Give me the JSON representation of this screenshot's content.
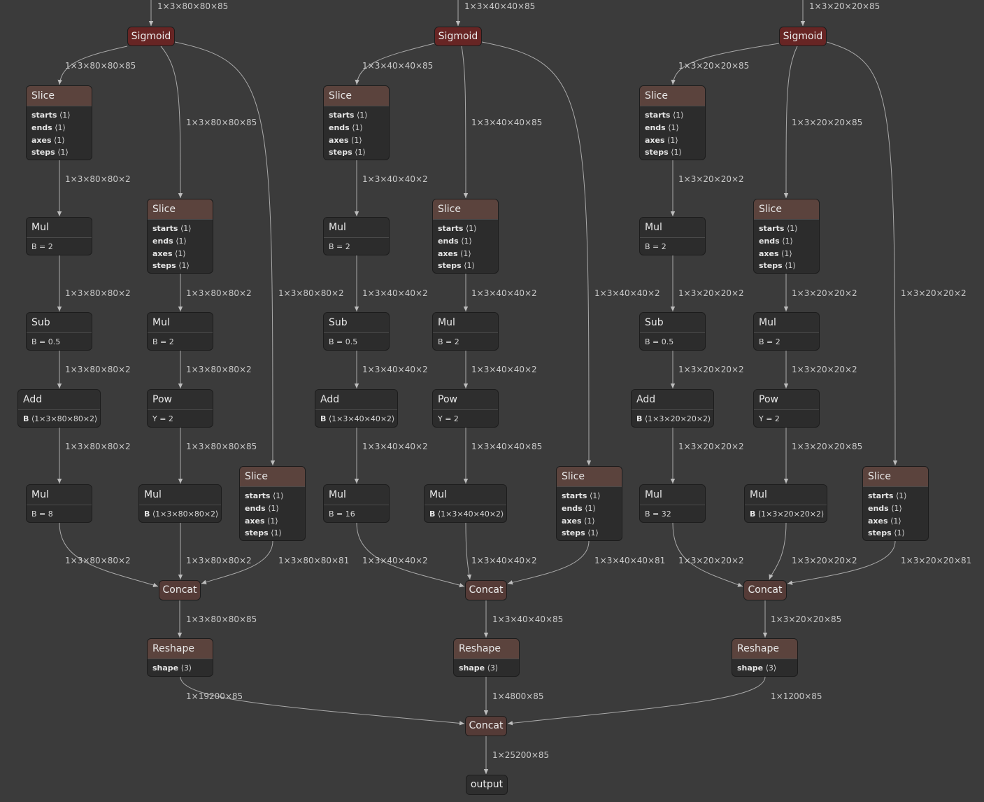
{
  "nodes": [
    {
      "id": "sig1",
      "kind": "pill",
      "style": "sig",
      "label": "Sigmoid"
    },
    {
      "id": "sig2",
      "kind": "pill",
      "style": "sig",
      "label": "Sigmoid"
    },
    {
      "id": "sig3",
      "kind": "pill",
      "style": "sig",
      "label": "Sigmoid"
    },
    {
      "id": "s1a",
      "kind": "box",
      "style": "slice",
      "title": "Slice",
      "attrs": [
        {
          "k": "starts",
          "v": "⟨1⟩"
        },
        {
          "k": "ends",
          "v": "⟨1⟩"
        },
        {
          "k": "axes",
          "v": "⟨1⟩"
        },
        {
          "k": "steps",
          "v": "⟨1⟩"
        }
      ]
    },
    {
      "id": "s1b",
      "kind": "box",
      "style": "slice",
      "title": "Slice",
      "attrs": [
        {
          "k": "starts",
          "v": "⟨1⟩"
        },
        {
          "k": "ends",
          "v": "⟨1⟩"
        },
        {
          "k": "axes",
          "v": "⟨1⟩"
        },
        {
          "k": "steps",
          "v": "⟨1⟩"
        }
      ]
    },
    {
      "id": "s1c",
      "kind": "box",
      "style": "slice",
      "title": "Slice",
      "attrs": [
        {
          "k": "starts",
          "v": "⟨1⟩"
        },
        {
          "k": "ends",
          "v": "⟨1⟩"
        },
        {
          "k": "axes",
          "v": "⟨1⟩"
        },
        {
          "k": "steps",
          "v": "⟨1⟩"
        }
      ]
    },
    {
      "id": "m1a",
      "kind": "box",
      "style": "op",
      "title": "Mul",
      "attrs": [
        {
          "k": "",
          "v": "B = 2"
        }
      ]
    },
    {
      "id": "sub1",
      "kind": "box",
      "style": "op",
      "title": "Sub",
      "attrs": [
        {
          "k": "",
          "v": "B = 0.5"
        }
      ]
    },
    {
      "id": "add1",
      "kind": "box",
      "style": "op",
      "title": "Add",
      "attrs": [
        {
          "k": "B",
          "v": "⟨1×3×80×80×2⟩"
        }
      ]
    },
    {
      "id": "m1c",
      "kind": "box",
      "style": "op",
      "title": "Mul",
      "attrs": [
        {
          "k": "",
          "v": "B = 8"
        }
      ]
    },
    {
      "id": "m1b",
      "kind": "box",
      "style": "op",
      "title": "Mul",
      "attrs": [
        {
          "k": "",
          "v": "B = 2"
        }
      ]
    },
    {
      "id": "pow1",
      "kind": "box",
      "style": "op",
      "title": "Pow",
      "attrs": [
        {
          "k": "",
          "v": "Y = 2"
        }
      ]
    },
    {
      "id": "m1d",
      "kind": "box",
      "style": "op",
      "title": "Mul",
      "attrs": [
        {
          "k": "B",
          "v": "⟨1×3×80×80×2⟩"
        }
      ]
    },
    {
      "id": "s2a",
      "kind": "box",
      "style": "slice",
      "title": "Slice",
      "attrs": [
        {
          "k": "starts",
          "v": "⟨1⟩"
        },
        {
          "k": "ends",
          "v": "⟨1⟩"
        },
        {
          "k": "axes",
          "v": "⟨1⟩"
        },
        {
          "k": "steps",
          "v": "⟨1⟩"
        }
      ]
    },
    {
      "id": "s2b",
      "kind": "box",
      "style": "slice",
      "title": "Slice",
      "attrs": [
        {
          "k": "starts",
          "v": "⟨1⟩"
        },
        {
          "k": "ends",
          "v": "⟨1⟩"
        },
        {
          "k": "axes",
          "v": "⟨1⟩"
        },
        {
          "k": "steps",
          "v": "⟨1⟩"
        }
      ]
    },
    {
      "id": "s2c",
      "kind": "box",
      "style": "slice",
      "title": "Slice",
      "attrs": [
        {
          "k": "starts",
          "v": "⟨1⟩"
        },
        {
          "k": "ends",
          "v": "⟨1⟩"
        },
        {
          "k": "axes",
          "v": "⟨1⟩"
        },
        {
          "k": "steps",
          "v": "⟨1⟩"
        }
      ]
    },
    {
      "id": "m2a",
      "kind": "box",
      "style": "op",
      "title": "Mul",
      "attrs": [
        {
          "k": "",
          "v": "B = 2"
        }
      ]
    },
    {
      "id": "sub2",
      "kind": "box",
      "style": "op",
      "title": "Sub",
      "attrs": [
        {
          "k": "",
          "v": "B = 0.5"
        }
      ]
    },
    {
      "id": "add2",
      "kind": "box",
      "style": "op",
      "title": "Add",
      "attrs": [
        {
          "k": "B",
          "v": "⟨1×3×40×40×2⟩"
        }
      ]
    },
    {
      "id": "m2c",
      "kind": "box",
      "style": "op",
      "title": "Mul",
      "attrs": [
        {
          "k": "",
          "v": "B = 16"
        }
      ]
    },
    {
      "id": "m2b",
      "kind": "box",
      "style": "op",
      "title": "Mul",
      "attrs": [
        {
          "k": "",
          "v": "B = 2"
        }
      ]
    },
    {
      "id": "pow2",
      "kind": "box",
      "style": "op",
      "title": "Pow",
      "attrs": [
        {
          "k": "",
          "v": "Y = 2"
        }
      ]
    },
    {
      "id": "m2d",
      "kind": "box",
      "style": "op",
      "title": "Mul",
      "attrs": [
        {
          "k": "B",
          "v": "⟨1×3×40×40×2⟩"
        }
      ]
    },
    {
      "id": "s3a",
      "kind": "box",
      "style": "slice",
      "title": "Slice",
      "attrs": [
        {
          "k": "starts",
          "v": "⟨1⟩"
        },
        {
          "k": "ends",
          "v": "⟨1⟩"
        },
        {
          "k": "axes",
          "v": "⟨1⟩"
        },
        {
          "k": "steps",
          "v": "⟨1⟩"
        }
      ]
    },
    {
      "id": "s3b",
      "kind": "box",
      "style": "slice",
      "title": "Slice",
      "attrs": [
        {
          "k": "starts",
          "v": "⟨1⟩"
        },
        {
          "k": "ends",
          "v": "⟨1⟩"
        },
        {
          "k": "axes",
          "v": "⟨1⟩"
        },
        {
          "k": "steps",
          "v": "⟨1⟩"
        }
      ]
    },
    {
      "id": "s3c",
      "kind": "box",
      "style": "slice",
      "title": "Slice",
      "attrs": [
        {
          "k": "starts",
          "v": "⟨1⟩"
        },
        {
          "k": "ends",
          "v": "⟨1⟩"
        },
        {
          "k": "axes",
          "v": "⟨1⟩"
        },
        {
          "k": "steps",
          "v": "⟨1⟩"
        }
      ]
    },
    {
      "id": "m3a",
      "kind": "box",
      "style": "op",
      "title": "Mul",
      "attrs": [
        {
          "k": "",
          "v": "B = 2"
        }
      ]
    },
    {
      "id": "sub3",
      "kind": "box",
      "style": "op",
      "title": "Sub",
      "attrs": [
        {
          "k": "",
          "v": "B = 0.5"
        }
      ]
    },
    {
      "id": "add3",
      "kind": "box",
      "style": "op",
      "title": "Add",
      "attrs": [
        {
          "k": "B",
          "v": "⟨1×3×20×20×2⟩"
        }
      ]
    },
    {
      "id": "m3c",
      "kind": "box",
      "style": "op",
      "title": "Mul",
      "attrs": [
        {
          "k": "",
          "v": "B = 32"
        }
      ]
    },
    {
      "id": "m3b",
      "kind": "box",
      "style": "op",
      "title": "Mul",
      "attrs": [
        {
          "k": "",
          "v": "B = 2"
        }
      ]
    },
    {
      "id": "pow3",
      "kind": "box",
      "style": "op",
      "title": "Pow",
      "attrs": [
        {
          "k": "",
          "v": "Y = 2"
        }
      ]
    },
    {
      "id": "m3d",
      "kind": "box",
      "style": "op",
      "title": "Mul",
      "attrs": [
        {
          "k": "B",
          "v": "⟨1×3×20×20×2⟩"
        }
      ]
    },
    {
      "id": "cat1",
      "kind": "pill",
      "style": "cat",
      "label": "Concat"
    },
    {
      "id": "cat2",
      "kind": "pill",
      "style": "cat",
      "label": "Concat"
    },
    {
      "id": "cat3",
      "kind": "pill",
      "style": "cat",
      "label": "Concat"
    },
    {
      "id": "r1",
      "kind": "box",
      "style": "reshape",
      "title": "Reshape",
      "attrs": [
        {
          "k": "shape",
          "v": "⟨3⟩"
        }
      ]
    },
    {
      "id": "r2",
      "kind": "box",
      "style": "reshape",
      "title": "Reshape",
      "attrs": [
        {
          "k": "shape",
          "v": "⟨3⟩"
        }
      ]
    },
    {
      "id": "r3",
      "kind": "box",
      "style": "reshape",
      "title": "Reshape",
      "attrs": [
        {
          "k": "shape",
          "v": "⟨3⟩"
        }
      ]
    },
    {
      "id": "catf",
      "kind": "pill",
      "style": "cat",
      "label": "Concat"
    },
    {
      "id": "out",
      "kind": "pill",
      "style": "out",
      "label": "output"
    }
  ],
  "edge_labels": [
    "1×3×80×80×85",
    "1×3×40×40×85",
    "1×3×20×20×85",
    "1×3×80×80×85",
    "1×3×80×80×85",
    "1×3×80×80×2",
    "1×3×80×80×2",
    "1×3×80×80×2",
    "1×3×80×80×2",
    "1×3×80×80×2",
    "1×3×80×80×2",
    "1×3×80×80×2",
    "1×3×80×80×85",
    "1×3×80×80×2",
    "1×3×80×80×2",
    "1×3×80×80×81",
    "1×3×40×40×85",
    "1×3×40×40×85",
    "1×3×40×40×2",
    "1×3×40×40×2",
    "1×3×40×40×2",
    "1×3×40×40×2",
    "1×3×40×40×2",
    "1×3×40×40×2",
    "1×3×40×40×2",
    "1×3×40×40×85",
    "1×3×40×40×2",
    "1×3×40×40×2",
    "1×3×40×40×81",
    "1×3×20×20×85",
    "1×3×20×20×85",
    "1×3×20×20×2",
    "1×3×20×20×2",
    "1×3×20×20×2",
    "1×3×20×20×2",
    "1×3×20×20×2",
    "1×3×20×20×2",
    "1×3×20×20×2",
    "1×3×20×20×85",
    "1×3×20×20×2",
    "1×3×20×20×2",
    "1×3×20×20×81",
    "1×3×80×80×85",
    "1×3×40×40×85",
    "1×3×20×20×85",
    "1×19200×85",
    "1×4800×85",
    "1×1200×85",
    "1×25200×85"
  ]
}
